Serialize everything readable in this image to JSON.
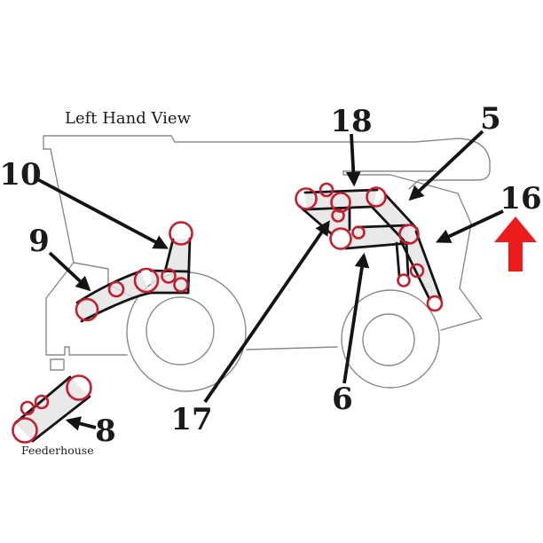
{
  "diagram": {
    "title": "Left Hand View",
    "footnote": "Feederhouse",
    "callouts": {
      "c5": {
        "label": "5"
      },
      "c6": {
        "label": "6"
      },
      "c8": {
        "label": "8"
      },
      "c9": {
        "label": "9"
      },
      "c10": {
        "label": "10"
      },
      "c16": {
        "label": "16"
      },
      "c17": {
        "label": "17"
      },
      "c18": {
        "label": "18"
      }
    }
  },
  "colors": {
    "pulley_red": "#c41e2f",
    "arrow_red": "#ed1c1c",
    "line_black": "#141414",
    "body_gray": "#8a8a8a",
    "belt_fill": "#e4e4e4",
    "text_black": "#1a1a1a",
    "background": "#ffffff"
  }
}
